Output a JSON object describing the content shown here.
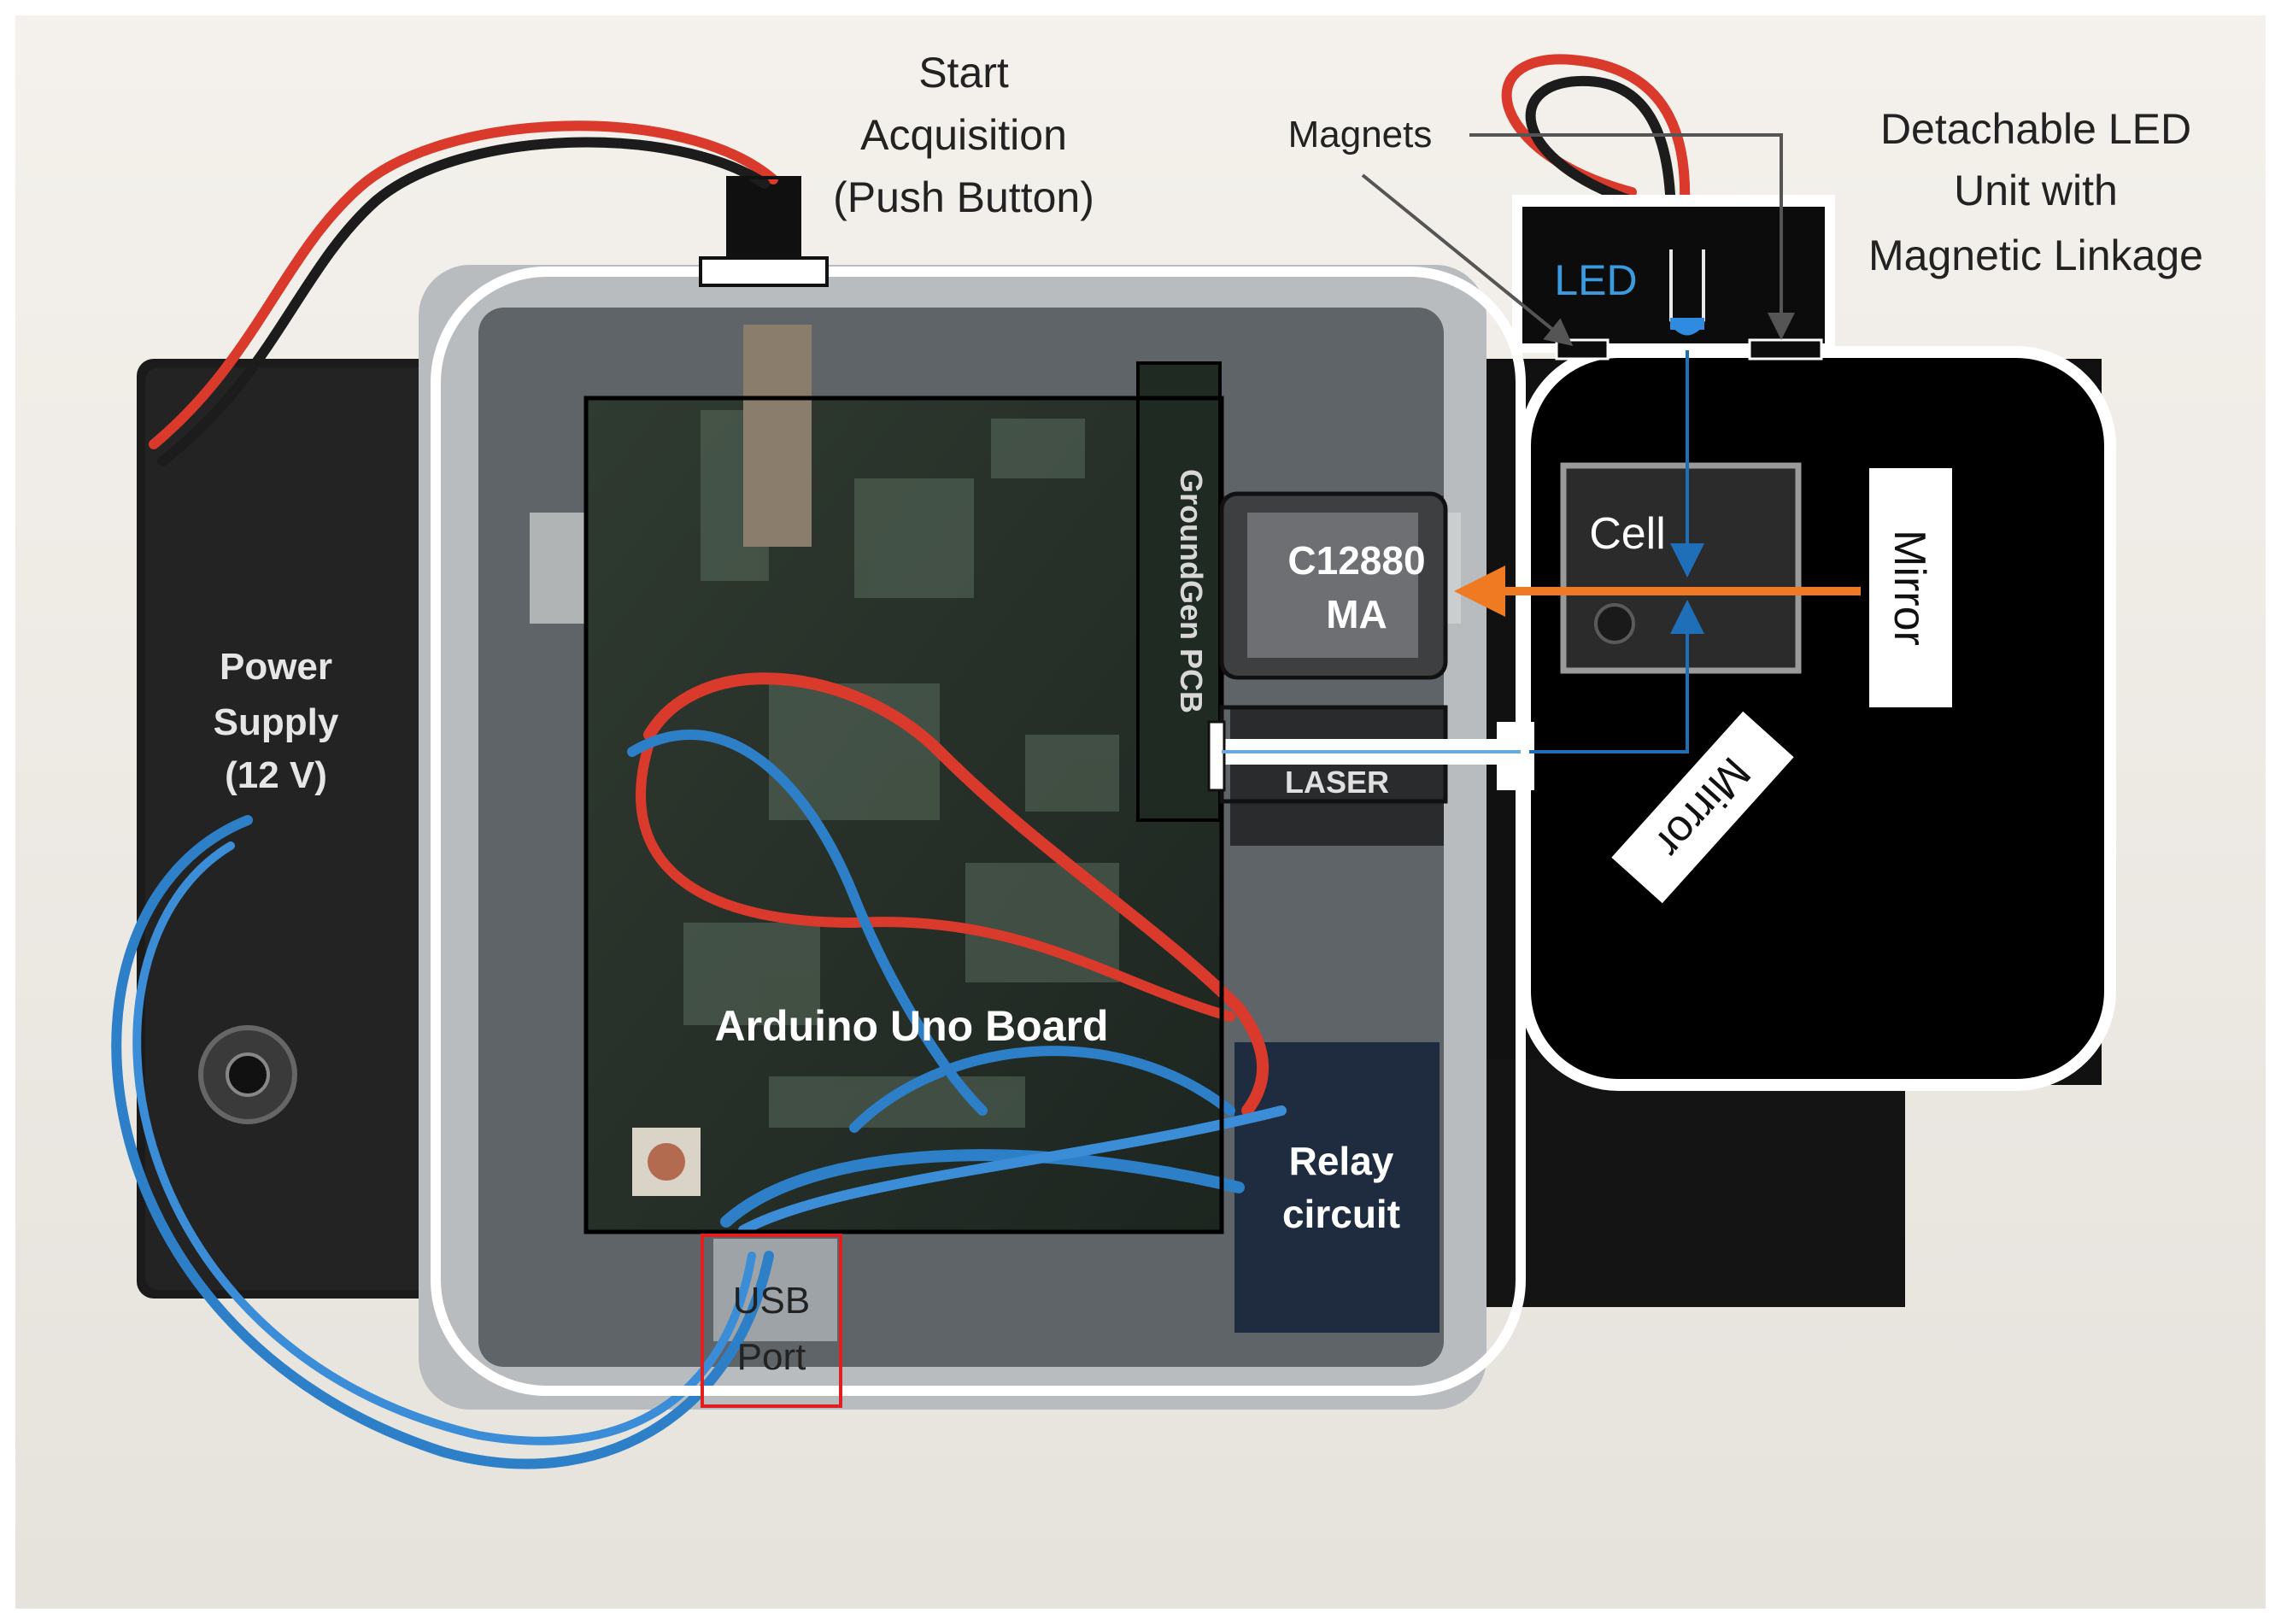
{
  "labels": {
    "start_line1": "Start",
    "start_line2": "Acquisition",
    "start_line3": "(Push Button)",
    "magnets": "Magnets",
    "detach_line1": "Detachable LED",
    "detach_line2": "Unit with",
    "detach_line3": "Magnetic Linkage",
    "led": "LED",
    "power_line1": "Power",
    "power_line2": "Supply",
    "power_line3": "(12 V)",
    "groundgen_pcb": "GroundGen PCB",
    "sensor_line1": "C12880",
    "sensor_line2": "MA",
    "cell": "Cell",
    "mirror_right": "Mirror",
    "mirror_diag": "Mirror",
    "laser": "LASER",
    "arduino": "Arduino Uno Board",
    "relay_line1": "Relay",
    "relay_line2": "circuit",
    "usb_line1": "USB",
    "usb_line2": "Port"
  },
  "colors": {
    "background": "#f3f1ee",
    "outline": "#ffffff",
    "led_text": "#3a9be0",
    "beam_blue": "#1e6fb8",
    "beam_orange": "#f07a21",
    "usb_box": "#e02020",
    "red_wire": "#d93a2b",
    "blue_wire": "#2d7fc8"
  }
}
